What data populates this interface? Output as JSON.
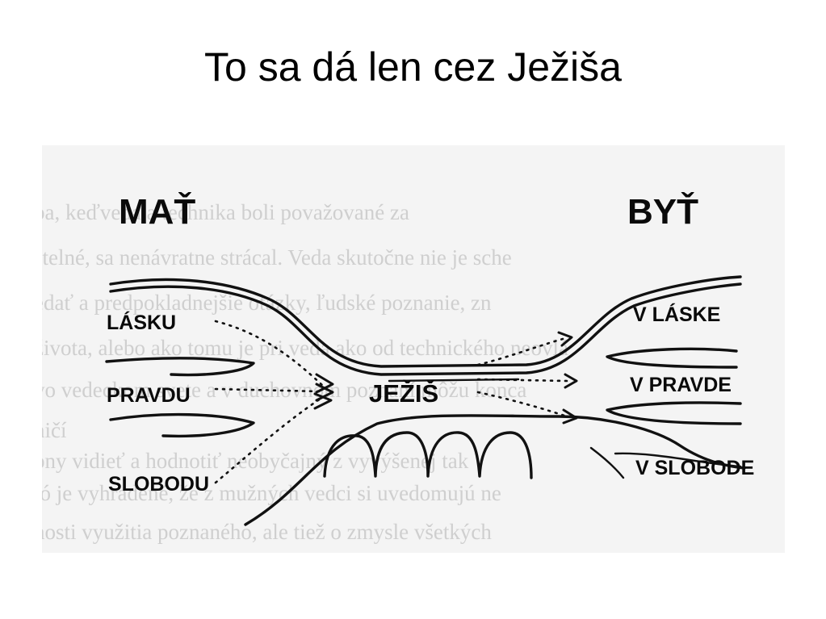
{
  "slide": {
    "title": "To sa dá len cez Ježiša"
  },
  "diagram": {
    "left_heading": "MAŤ",
    "right_heading": "BYŤ",
    "left_labels": [
      "LÁSKU",
      "PRAVDU",
      "SLOBODU"
    ],
    "right_labels": [
      "V LÁSKE",
      "V PRAVDE",
      "V SLOBODE"
    ],
    "center_label": "JEŽIŠ",
    "background_text": [
      "ba, keďveda a technika boli považované za ",
      "stelné, sa nenávratne strácal. Veda skutočne nie je sche",
      "edať a predpokladnejšie otázky, ľudské poznanie, zn",
      "života, alebo ako tomu je pri veda ako od technického neovlá",
      "vo vedeckom svete a v duchovnom poznaní môžu konca",
      "ničí",
      "ony vidieť a hodnotiť neobyčajný z vyvýšenej tak",
      "tó je vyhradené, že z mužných vedci si uvedomujú ne",
      "nosti využitia poznaného, ale tiež o zmysle všetkých"
    ]
  }
}
